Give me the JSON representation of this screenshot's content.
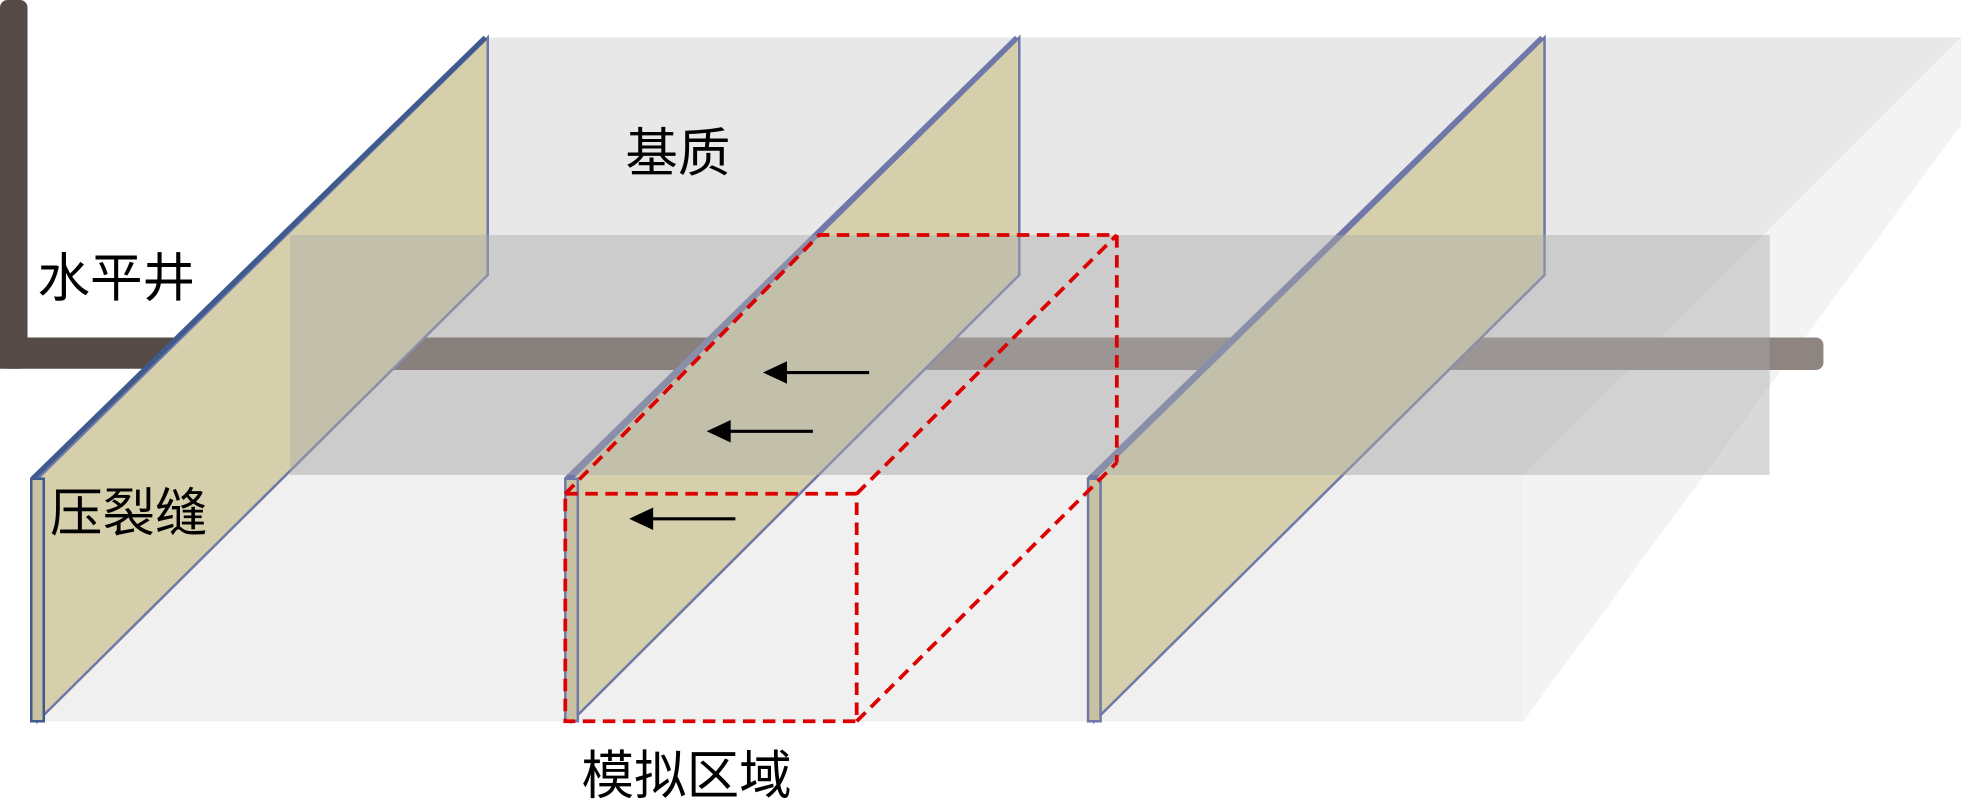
{
  "labels": {
    "matrix": "基质",
    "horizontal_well": "水平井",
    "fracture": "压裂缝",
    "simulation_domain": "模拟区域"
  },
  "colors": {
    "fracture_fill": "#d6cfac",
    "fracture_edge": "#3f5a8c",
    "well": "#554a45",
    "well_far": "#8e8480",
    "domain_outline": "#dd0000",
    "matrix_top": "#e8e8e8",
    "matrix_front": "#f0f0f0",
    "band": "#c4c4c4"
  }
}
